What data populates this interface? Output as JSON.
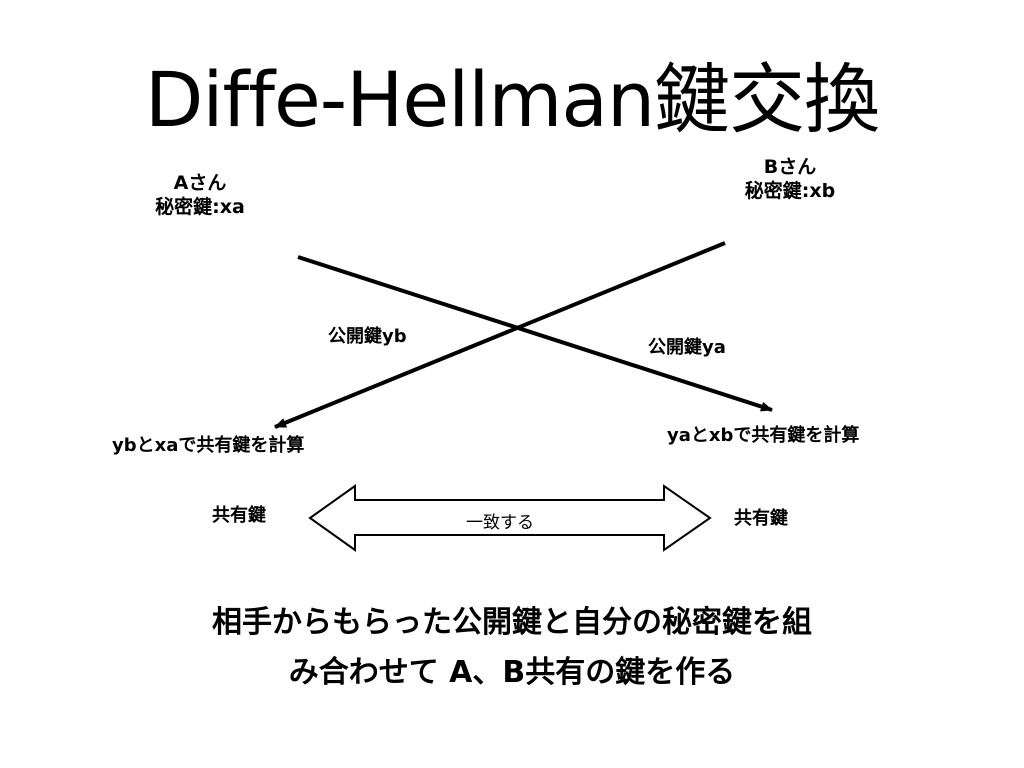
{
  "title": "Diffe-Hellman鍵交換",
  "party_a": {
    "name": "Aさん",
    "private_key": "秘密鍵:xa"
  },
  "party_b": {
    "name": "Bさん",
    "private_key": "秘密鍵:xb"
  },
  "arrows": {
    "public_key_yb": "公開鍵yb",
    "public_key_ya": "公開鍵ya"
  },
  "results": {
    "a_computes": "ybとxaで共有鍵を計算",
    "b_computes": "yaとxbで共有鍵を計算",
    "shared_key_a": "共有鍵",
    "shared_key_b": "共有鍵",
    "match_label": "一致する"
  },
  "summary": {
    "line1": "相手からもらった公開鍵と自分の秘密鍵を組",
    "line2": "み合わせて A、B共有の鍵を作る"
  },
  "colors": {
    "foreground": "#000000",
    "background": "#ffffff"
  }
}
